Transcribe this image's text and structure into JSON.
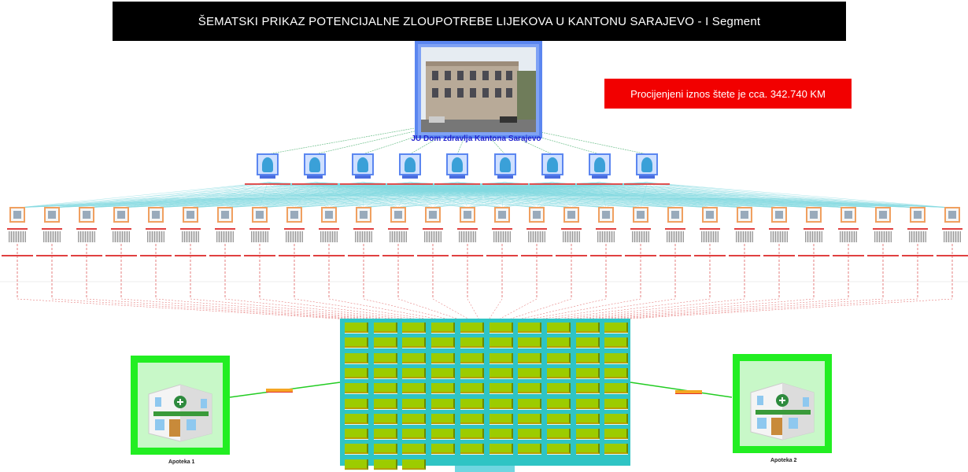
{
  "title": "ŠEMATSKI PRIKAZ POTENCIJALNE ZLOUPOTREBE LIJEKOVA U KANTONU SARAJEVO - I Segment",
  "damage_estimate": "Procijenjeni iznos štete je cca. 342.740 KM",
  "institution": {
    "label": "JU Dom zdravlja Kantona Sarajevo"
  },
  "doctors_count": 9,
  "nodes_count": 28,
  "grid": {
    "cards_count": 93,
    "columns": 10
  },
  "pharmacies": [
    {
      "label": "Apoteka 1"
    },
    {
      "label": "Apoteka 2"
    }
  ],
  "colors": {
    "title_bg": "#000000",
    "damage_bg": "#f20000",
    "grid_bg": "#2fc4c4",
    "card": "#9ccc00",
    "pharmacy_border": "#22ee22",
    "institution_border": "#5b86f0"
  }
}
